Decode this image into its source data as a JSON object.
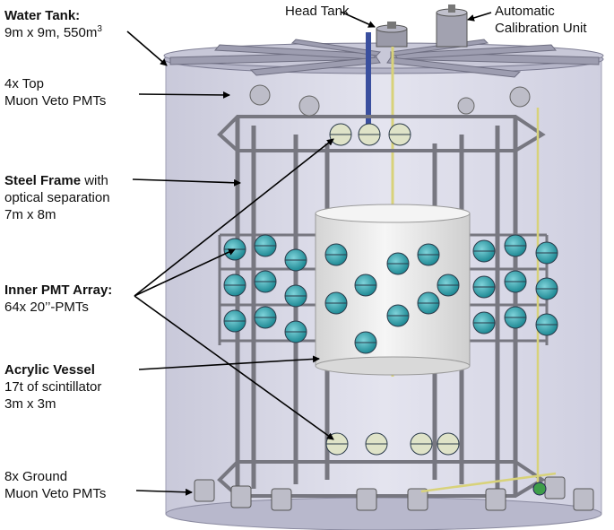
{
  "labels": {
    "water_tank": {
      "title": "Water Tank:",
      "line2": "9m x 9m, 550m",
      "sup": "3"
    },
    "top_veto": {
      "line1": "4x Top",
      "line2": "Muon Veto PMTs"
    },
    "steel_frame": {
      "title": "Steel Frame",
      "title_rest": " with",
      "line2": "optical separation",
      "line3": "7m x 8m"
    },
    "inner_pmt": {
      "title": "Inner PMT Array:",
      "line2": "64x 20’’-PMTs"
    },
    "acrylic": {
      "title": "Acrylic Vessel",
      "line2": "17t of scintillator",
      "line3": "3m x 3m"
    },
    "ground_veto": {
      "line1": "8x Ground",
      "line2": "Muon Veto PMTs"
    },
    "head_tank": "Head Tank",
    "calibration": {
      "line1": "Automatic",
      "line2": "Calibration Unit"
    }
  },
  "colors": {
    "tank_fill": "#dcdcea",
    "tank_edge": "#9a9aae",
    "steel": "#8c8c94",
    "pmt_cyan": "#3aaab4",
    "vessel": "#ececec",
    "arrow": "#000000"
  }
}
